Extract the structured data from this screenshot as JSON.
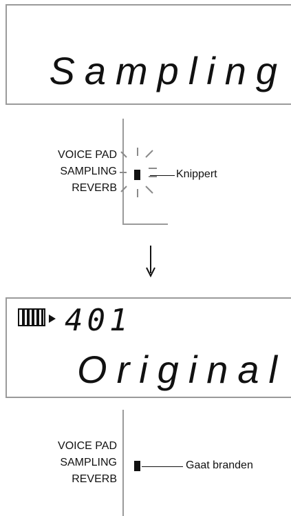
{
  "display1": {
    "text": "Sampling"
  },
  "panel1": {
    "indicators": [
      "VOICE PAD",
      "SAMPLING",
      "REVERB"
    ],
    "callout": "Knippert",
    "state": "flashing"
  },
  "display2": {
    "number": "401",
    "text": "Original",
    "icons": [
      "keyboard-icon",
      "play-triangle-icon"
    ]
  },
  "panel2": {
    "indicators": [
      "VOICE PAD",
      "SAMPLING",
      "REVERB"
    ],
    "callout": "Gaat branden",
    "state": "lit"
  },
  "flow_arrow": "down-arrow-icon"
}
